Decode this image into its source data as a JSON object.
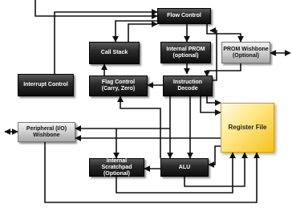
{
  "blocks": {
    "flow_control": "Flow Control",
    "call_stack": "Call Stack",
    "internal_prom": "Internal PROM\n(optional)",
    "prom_wishbone": "PROM Wishbone\n(Optional)",
    "interrupt_control": "Interrupt Control",
    "flag_control": "Flag Control\n(Carry, Zero)",
    "instruction_decode": "Instruction\nDecode",
    "register_file": "Register File",
    "peripheral_wishbone": "Peripheral (I/O)\nWishbone",
    "internal_scratchpad": "Internal\nScratchpad\n(Optional)",
    "alu": "ALU"
  },
  "colors": {
    "dark_block": "#1a1a1a",
    "light_block": "#c8c8c8",
    "register_file": "#ffd640",
    "wire": "#111111"
  }
}
